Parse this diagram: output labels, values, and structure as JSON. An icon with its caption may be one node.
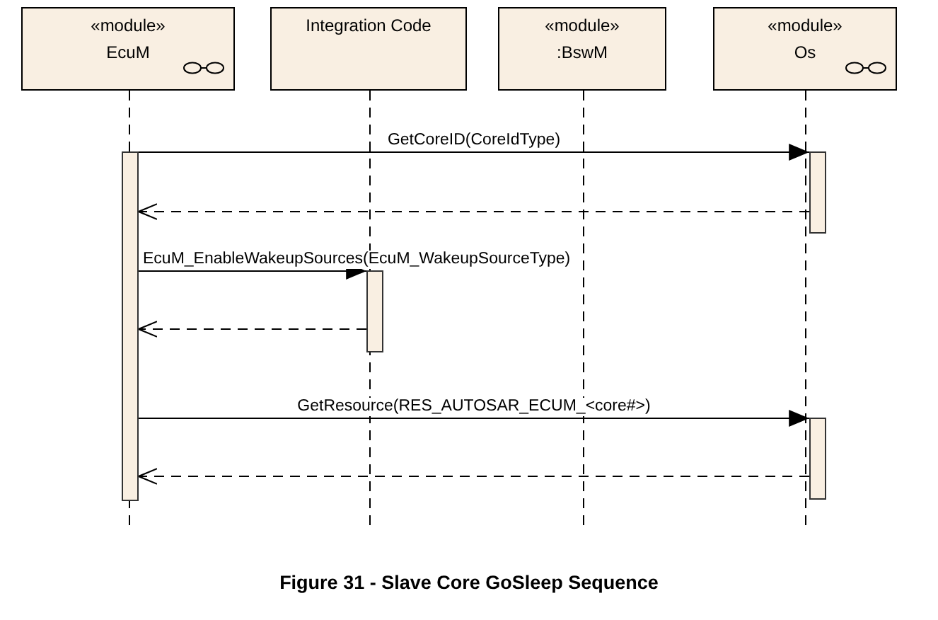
{
  "diagram": {
    "caption": "Figure 31 - Slave Core GoSleep Sequence",
    "nodes": [
      {
        "text": [
          "«module»",
          "EcuM"
        ]
      },
      {
        "text": [
          "Integration Code"
        ]
      },
      {
        "text": [
          "«module»",
          ":BswM"
        ]
      },
      {
        "text": [
          "«module»",
          "Os"
        ]
      },
      {
        "text": [],
        "shape": "bar"
      },
      {
        "text": [],
        "shape": "bar"
      },
      {
        "text": [],
        "shape": "bar"
      },
      {
        "text": [],
        "shape": "bar"
      }
    ],
    "edges": [
      {
        "from": 4,
        "to": 5,
        "arrow": "to",
        "label": "GetCoreID(CoreIdType)"
      },
      {
        "from": 5,
        "to": 4,
        "arrow": "to",
        "style": "dashed"
      },
      {
        "from": 4,
        "to": 6,
        "arrow": "to",
        "label": "EcuM_EnableWakeupSources(EcuM_WakeupSourceType)"
      },
      {
        "from": 6,
        "to": 4,
        "arrow": "to",
        "style": "dashed"
      },
      {
        "from": 4,
        "to": 7,
        "arrow": "to",
        "label": "GetResource(RES_AUTOSAR_ECUM_<core#>)"
      },
      {
        "from": 7,
        "to": 4,
        "arrow": "to",
        "style": "dashed"
      }
    ]
  }
}
